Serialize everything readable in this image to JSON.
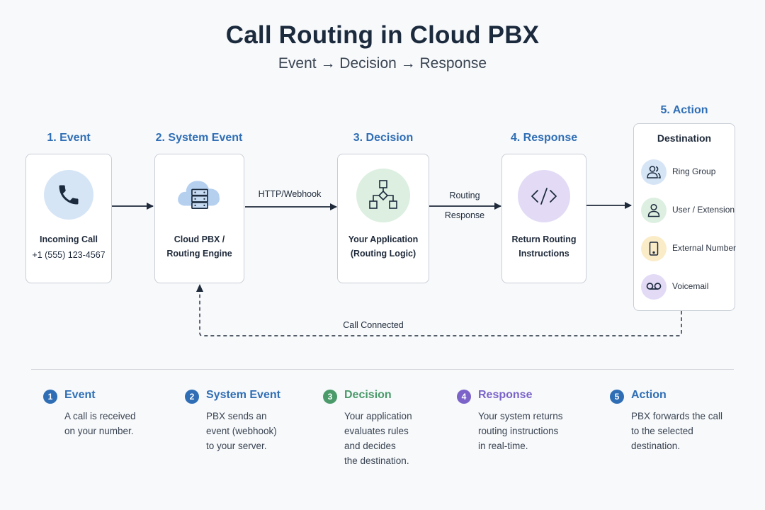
{
  "header": {
    "title": "Call Routing in Cloud PBX",
    "subtitle": "Event → Decision → Response"
  },
  "colors": {
    "blue": "#2f6eb5",
    "green": "#4a9a6a",
    "purple": "#7b63c9",
    "blue_light": "#d5e5f6",
    "green_light": "#dcefe0",
    "purple_light": "#e3dbf6",
    "yellow_light": "#fbecc8"
  },
  "steps": [
    {
      "label": "1. Event",
      "title": "Incoming Call",
      "detail": "+1 (555) 123-4567",
      "icon": "phone-icon"
    },
    {
      "label": "2. System Event",
      "title_line1": "Cloud PBX /",
      "title_line2": "Routing Engine",
      "icon": "cloud-server-icon"
    },
    {
      "label": "3. Decision",
      "title_line1": "Your Application",
      "title_line2": "(Routing Logic)",
      "icon": "flowchart-icon"
    },
    {
      "label": "4. Response",
      "title_line1": "Return Routing",
      "title_line2": "Instructions",
      "icon": "code-icon"
    },
    {
      "label": "5. Action",
      "title": "Destination",
      "icon": "destination"
    }
  ],
  "edges": {
    "webhook": "HTTP/Webhook",
    "routing_line1": "Routing",
    "routing_line2": "Response",
    "call_connected": "Call Connected"
  },
  "destinations": [
    {
      "label": "Ring Group",
      "icon": "users-icon"
    },
    {
      "label": "User / Extension",
      "icon": "user-icon"
    },
    {
      "label": "External Number",
      "icon": "mobile-phone-icon"
    },
    {
      "label": "Voicemail",
      "icon": "voicemail-icon"
    }
  ],
  "legend": [
    {
      "num": "1",
      "title": "Event",
      "desc": "A call is received\non your number.",
      "color": "#2f6eb5"
    },
    {
      "num": "2",
      "title": "System Event",
      "desc": "PBX sends an\nevent (webhook)\nto your server.",
      "color": "#2f6eb5"
    },
    {
      "num": "3",
      "title": "Decision",
      "desc": "Your application\nevaluates rules\nand decides\nthe destination.",
      "color": "#4a9a6a"
    },
    {
      "num": "4",
      "title": "Response",
      "desc": "Your system returns\nrouting instructions\nin real-time.",
      "color": "#7b63c9"
    },
    {
      "num": "5",
      "title": "Action",
      "desc": "PBX forwards the call\nto the selected\ndestination.",
      "color": "#2f6eb5"
    }
  ]
}
